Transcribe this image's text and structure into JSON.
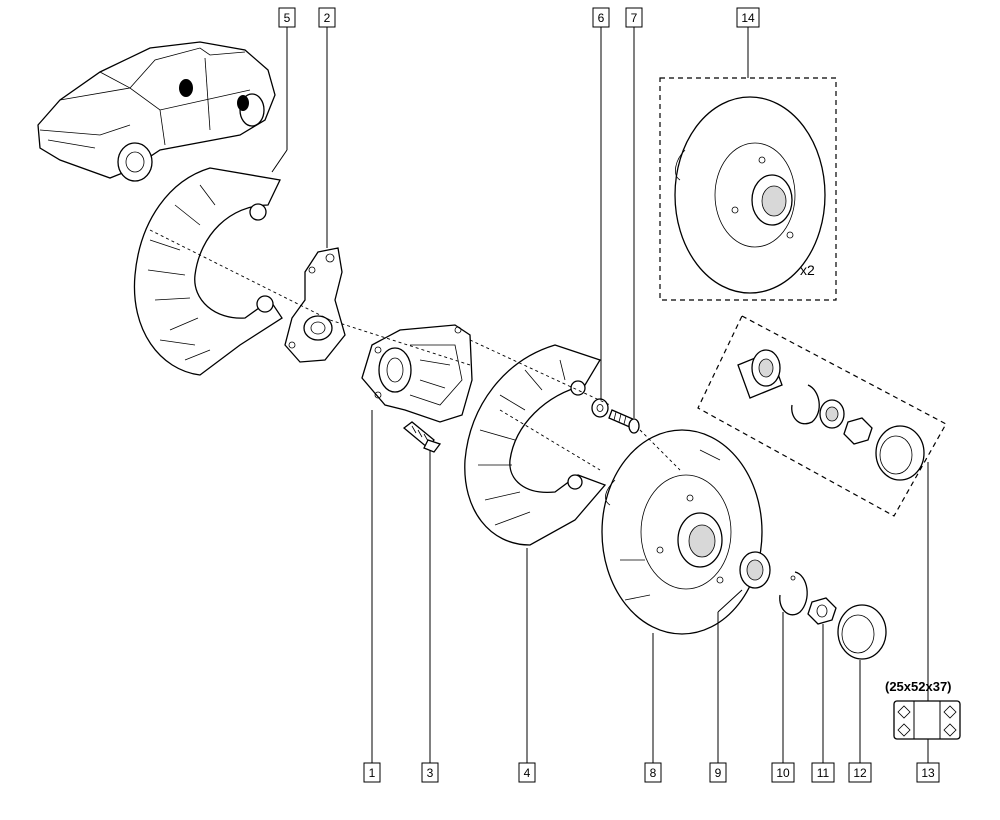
{
  "callouts": [
    {
      "id": "1",
      "label": "1"
    },
    {
      "id": "2",
      "label": "2"
    },
    {
      "id": "3",
      "label": "3"
    },
    {
      "id": "4",
      "label": "4"
    },
    {
      "id": "5",
      "label": "5"
    },
    {
      "id": "6",
      "label": "6"
    },
    {
      "id": "7",
      "label": "7"
    },
    {
      "id": "8",
      "label": "8"
    },
    {
      "id": "9",
      "label": "9"
    },
    {
      "id": "10",
      "label": "10"
    },
    {
      "id": "11",
      "label": "11"
    },
    {
      "id": "12",
      "label": "12"
    },
    {
      "id": "13",
      "label": "13"
    },
    {
      "id": "14",
      "label": "14"
    }
  ],
  "kit_quantity": "x2",
  "bearing_size": "(25x52x37)"
}
